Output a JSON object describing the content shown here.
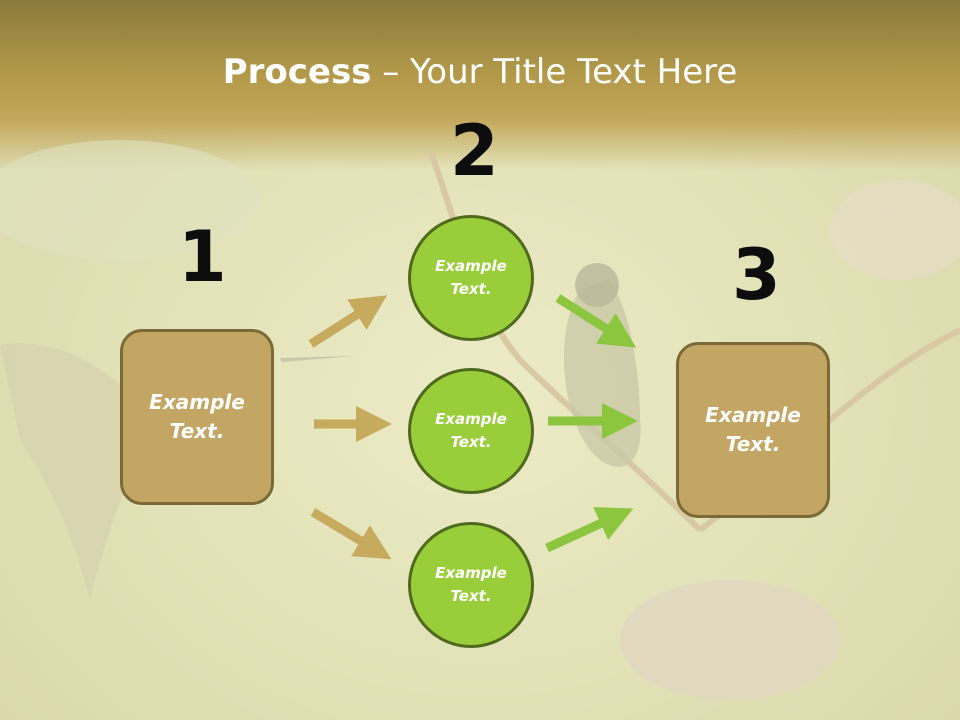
{
  "title": {
    "bold": "Process",
    "rest": " – Your Title Text Here"
  },
  "steps": [
    {
      "number": "1",
      "text": "Example Text."
    },
    {
      "number": "2",
      "items": [
        "Example Text.",
        "Example Text.",
        "Example Text."
      ]
    },
    {
      "number": "3",
      "text": "Example Text."
    }
  ],
  "colors": {
    "box_fill": "#c3a664",
    "circle_fill": "#9acd3a",
    "arrow_tan": "#c6aa5e",
    "arrow_green": "#8cc63f"
  }
}
